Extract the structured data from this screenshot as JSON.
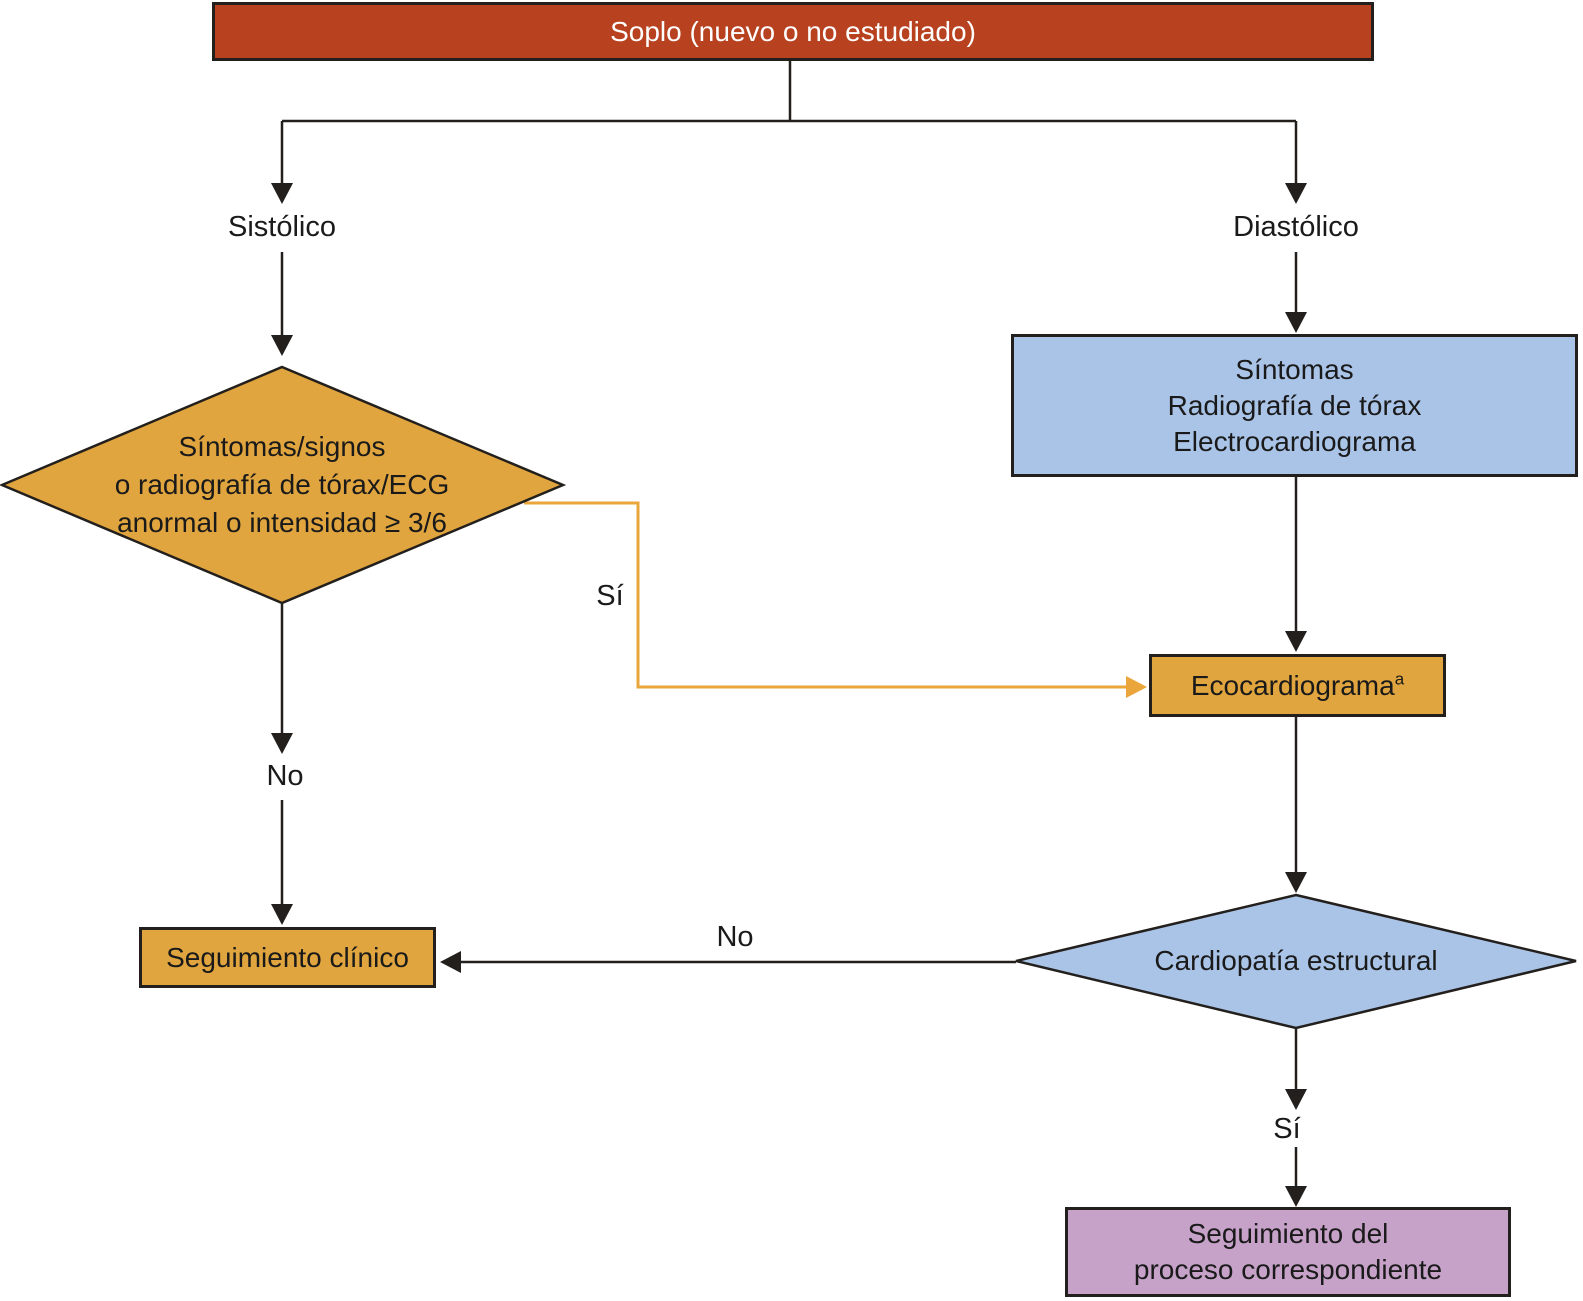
{
  "figure": {
    "type": "flowchart",
    "language": "es",
    "topic": "Evaluación del soplo cardiaco"
  },
  "nodes": {
    "soplo": {
      "label": "Soplo (nuevo o no estudiado)"
    },
    "sistolico": {
      "label": "Sistólico"
    },
    "diastolico": {
      "label": "Diastólico"
    },
    "decision_sistolico": {
      "line1": "Síntomas/signos",
      "line2": "o radiografía de tórax/ECG",
      "line3": "anormal o intensidad ≥ 3/6"
    },
    "estudios_diastolico": {
      "line1": "Síntomas",
      "line2": "Radiografía de tórax",
      "line3": "Electrocardiograma"
    },
    "ecocardiograma": {
      "label": "Ecocardiograma",
      "superscript": "a"
    },
    "cardiopatia": {
      "label": "Cardiopatía estructural"
    },
    "seguimiento_clinico": {
      "label": "Seguimiento clínico"
    },
    "seguimiento_proceso": {
      "line1": "Seguimiento del",
      "line2": "proceso correspondiente"
    }
  },
  "edge_labels": {
    "si_sistolico": "Sí",
    "no_sistolico": "No",
    "no_cardiopatia": "No",
    "si_cardiopatia": "Sí"
  },
  "colors": {
    "red_box": "#b84220",
    "orange_fill": "#e0a53e",
    "blue_fill": "#aac4e8",
    "purple_fill": "#c6a2c9",
    "stroke": "#231f1c",
    "orange_edge": "#eaa63a",
    "title_text": "#ffffff",
    "text": "#1a1a1a"
  }
}
